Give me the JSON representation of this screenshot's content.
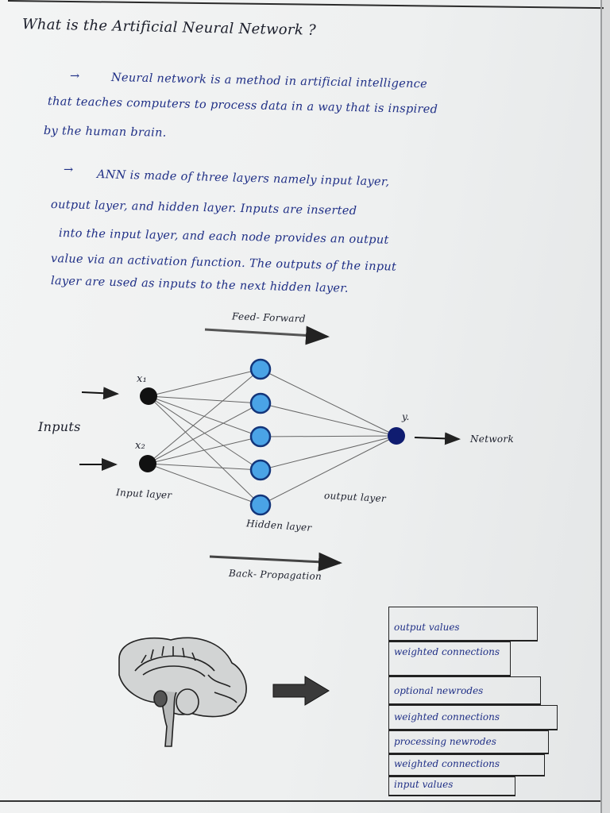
{
  "title": "What is the Artificial Neural Network ?",
  "paragraph1": {
    "arrow": "→",
    "lines": [
      "Neural network is a method in artificial intelligence",
      "that teaches computers to process data in a way that is inspired",
      "by the human brain."
    ]
  },
  "paragraph2": {
    "arrow": "→",
    "lines": [
      "ANN is made of three layers namely input layer,",
      "output layer, and hidden layer. Inputs are inserted",
      "into the input layer, and each node provides an output",
      "value via an activation function. The outputs of the input",
      "layer are used as inputs to the next hidden layer."
    ]
  },
  "diagram": {
    "feed_forward": "Feed- Forward",
    "back_propagation": "Back- Propagation",
    "inputs": "Inputs",
    "x1": "x₁",
    "x2": "x₂",
    "y": "y.",
    "network": "Network",
    "input_layer": "Input layer",
    "hidden_layer": "Hidden layer",
    "output_layer": "output layer",
    "node_colors": {
      "input": "#111111",
      "hidden": "#4aa3e6",
      "output": "#0f1c70"
    }
  },
  "stack_boxes": [
    "output values",
    "weighted connections",
    "optional newrodes",
    "weighted connections",
    "processing newrodes",
    "weighted connections",
    "input values"
  ]
}
